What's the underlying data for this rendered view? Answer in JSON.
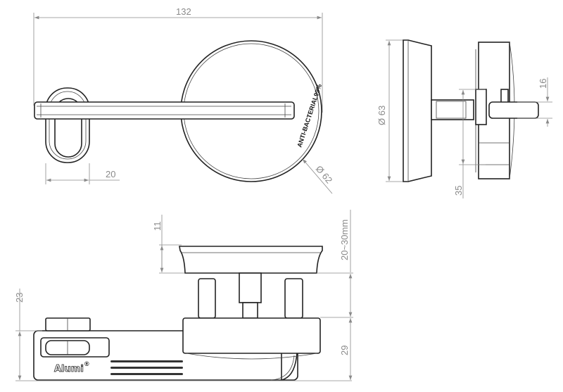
{
  "dimensions": {
    "overall_length": "132",
    "oval_width": "20",
    "knob_diameter_top": "Ø 62",
    "knob_diameter_side": "Ø 63",
    "handle_height": "16",
    "body_offset": "35",
    "knob_thickness": "11",
    "door_thickness": "20~30mm",
    "arm_height": "23",
    "body_height": "29"
  },
  "stamp_text": "ANTI-BACTERIAL99%",
  "logo_text": "Alumi",
  "logo_mark": "®"
}
